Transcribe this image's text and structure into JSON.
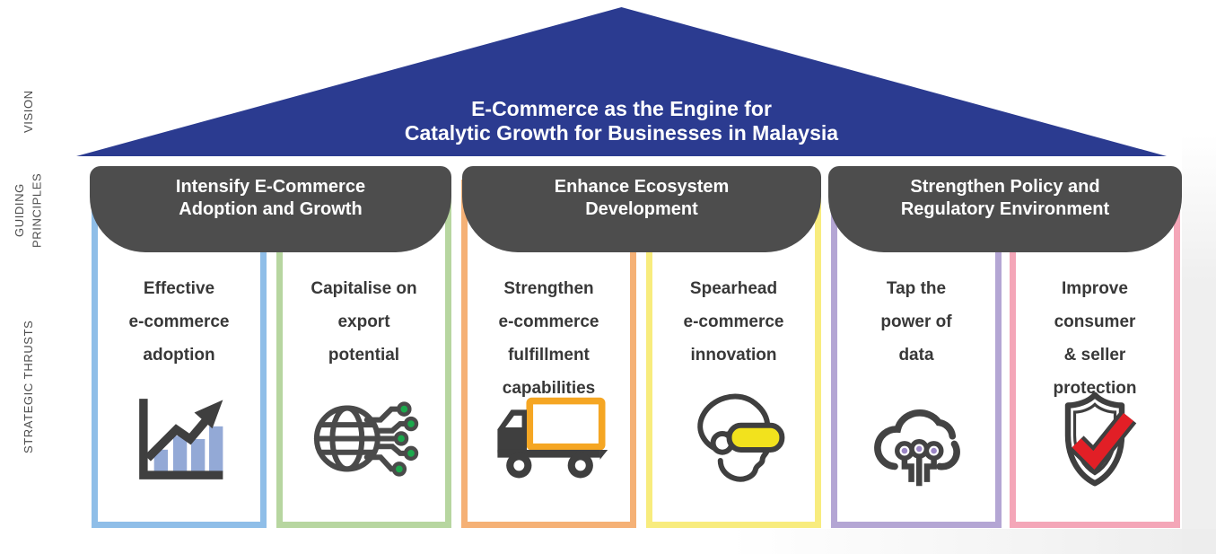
{
  "side_labels": {
    "vision": "VISION",
    "guiding_principles": "GUIDING\nPRINCIPLES",
    "strategic_thrusts": "STRATEGIC THRUSTS"
  },
  "vision": {
    "title": "E-Commerce as the Engine for\nCatalytic Growth for Businesses in Malaysia"
  },
  "guiding_principles": [
    {
      "label": "Intensify E-Commerce\nAdoption and Growth"
    },
    {
      "label": "Enhance Ecosystem\nDevelopment"
    },
    {
      "label": "Strengthen Policy and\nRegulatory Environment"
    }
  ],
  "strategic_thrusts": [
    {
      "label": "Effective\ne-commerce\nadoption",
      "icon": "bar-chart-growth-icon"
    },
    {
      "label": "Capitalise on\nexport\npotential",
      "icon": "globe-circuit-icon"
    },
    {
      "label": "Strengthen\ne-commerce\nfulfillment\ncapabilities",
      "icon": "delivery-truck-icon"
    },
    {
      "label": "Spearhead\ne-commerce\ninnovation",
      "icon": "vr-headset-head-icon"
    },
    {
      "label": "Tap the\npower of\ndata",
      "icon": "cloud-data-icon"
    },
    {
      "label": "Improve\nconsumer\n& seller\nprotection",
      "icon": "shield-check-icon"
    }
  ],
  "colors": {
    "roof_blue": "#2B3B90",
    "header_gray": "#4D4D4D",
    "column_borders": [
      "#8FBEE8",
      "#B7D6A0",
      "#F5B176",
      "#F8EC7E",
      "#B4A6D4",
      "#F4A6B8"
    ],
    "icon_dark": "#3F3F3F",
    "bar_chart_blue": "#93A9D6",
    "circuit_dot_green": "#1BA94C",
    "truck_orange": "#F5A623",
    "vr_yellow": "#F2E21D",
    "data_dot_purple": "#9B86C5",
    "check_red": "#E21F26"
  }
}
